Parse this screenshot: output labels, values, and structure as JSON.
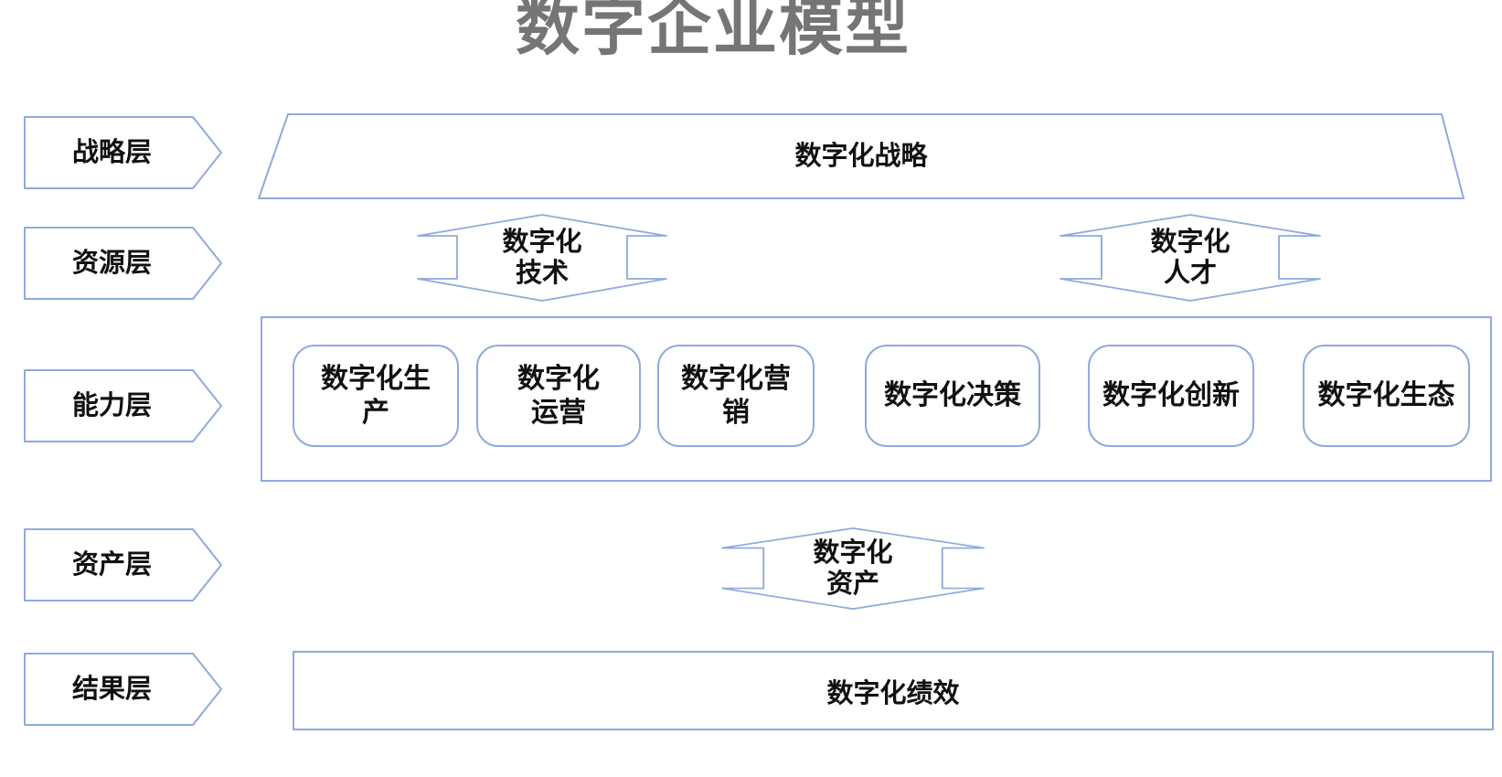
{
  "title": "数字企业模型",
  "colors": {
    "border": "#8FAADC",
    "title": "#757575",
    "text": "#111111"
  },
  "layer_labels": [
    {
      "label": "战略层"
    },
    {
      "label": "资源层"
    },
    {
      "label": "能力层"
    },
    {
      "label": "资产层"
    },
    {
      "label": "结果层"
    }
  ],
  "nodes": {
    "strategy": {
      "label": "数字化战略"
    },
    "resources": [
      {
        "label": "数字化技术",
        "lines": [
          "数字化",
          "技术"
        ]
      },
      {
        "label": "数字化人才",
        "lines": [
          "数字化",
          "人才"
        ]
      }
    ],
    "capabilities": [
      {
        "label": "数字化生产",
        "lines": [
          "数字化生",
          "产"
        ]
      },
      {
        "label": "数字化运营",
        "lines": [
          "数字化",
          "运营"
        ]
      },
      {
        "label": "数字化营销",
        "lines": [
          "数字化营",
          "销"
        ]
      },
      {
        "label": "数字化决策",
        "lines": [
          "数字化决策"
        ]
      },
      {
        "label": "数字化创新",
        "lines": [
          "数字化创新"
        ]
      },
      {
        "label": "数字化生态",
        "lines": [
          "数字化生态"
        ]
      }
    ],
    "asset": {
      "label": "数字化资产",
      "lines": [
        "数字化",
        "资产"
      ]
    },
    "result": {
      "label": "数字化绩效"
    }
  }
}
